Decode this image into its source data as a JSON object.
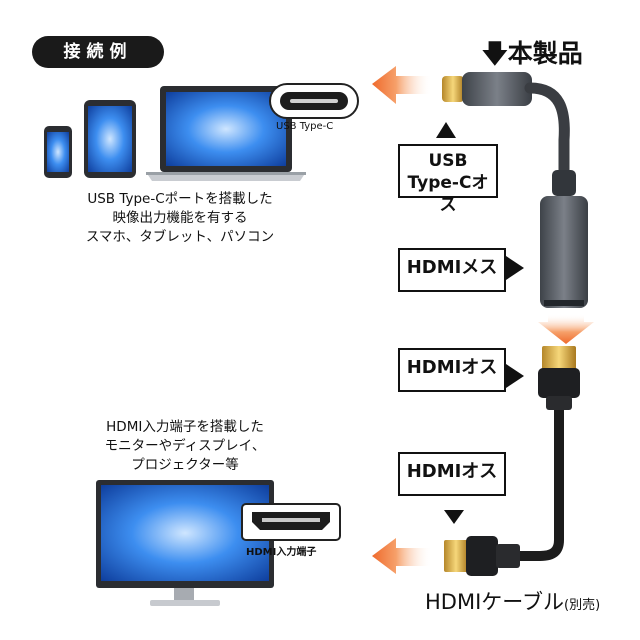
{
  "badge": "接続例",
  "product_title": "本製品",
  "source_caption": [
    "USB Type-Cポートを搭載した",
    "映像出力機能を有する",
    "スマホ、タブレット、パソコン"
  ],
  "usbc_port_label": "USB Type-C",
  "usbc_box": {
    "line1": "USB",
    "line2": "Type-Cオス"
  },
  "hdmi_female_box": "HDMIメス",
  "hdmi_male_box_top": "HDMIオス",
  "hdmi_male_box_bottom": "HDMIオス",
  "display_caption": [
    "HDMI入力端子を搭載した",
    "モニターやディスプレイ、",
    "プロジェクター等"
  ],
  "hdmi_port_label": "HDMI入力端子",
  "cable_label": {
    "main": "HDMIケーブル",
    "note": "(別売)"
  },
  "colors": {
    "screen_blue": "#1f6fd6",
    "arrow_orange": "#f47a3a",
    "cable_gray": "#5a5f66"
  }
}
